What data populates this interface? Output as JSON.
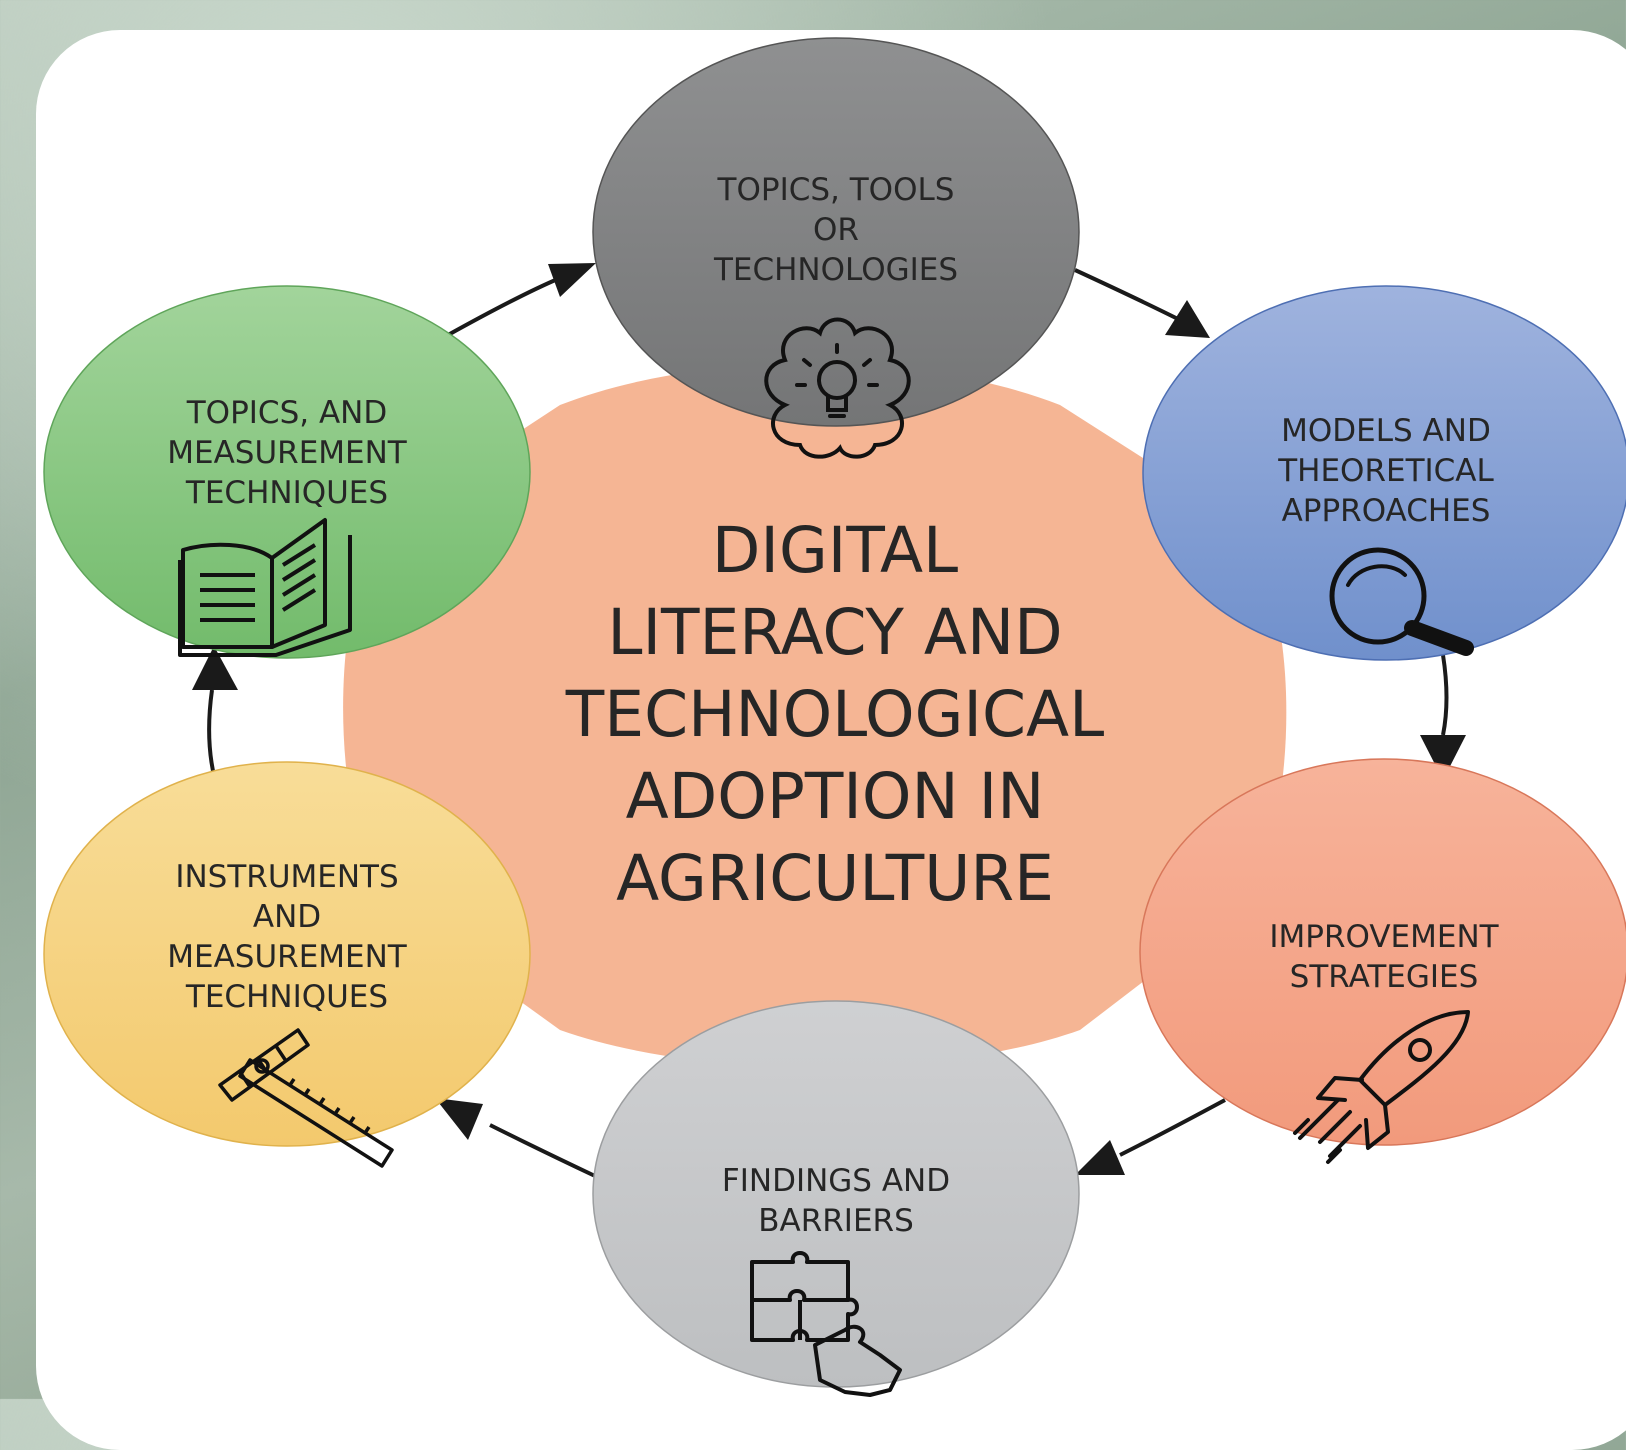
{
  "center": {
    "lines": [
      "DIGITAL",
      "LITERACY AND",
      "TECHNOLOGICAL",
      "ADOPTION IN",
      "AGRICULTURE"
    ]
  },
  "nodes": [
    {
      "id": "topics-tools",
      "lines": [
        "TOPICS, TOOLS",
        "OR",
        "TECHNOLOGIES"
      ],
      "icon": "brain-lightbulb-icon",
      "fill": "#8c8c8d"
    },
    {
      "id": "models",
      "lines": [
        "MODELS AND",
        "THEORETICAL",
        "APPROACHES"
      ],
      "icon": "magnifying-glass-icon",
      "fill": "#8aa2d4"
    },
    {
      "id": "improvement",
      "lines": [
        "IMPROVEMENT",
        "STRATEGIES"
      ],
      "icon": "rocket-icon",
      "fill": "#f2a184"
    },
    {
      "id": "findings",
      "lines": [
        "FINDINGS AND",
        "BARRIERS"
      ],
      "icon": "puzzle-hand-icon",
      "fill": "#c6c7c9"
    },
    {
      "id": "instruments",
      "lines": [
        "INSTRUMENTS",
        "AND",
        "MEASUREMENT",
        "TECHNIQUES"
      ],
      "icon": "ruler-compass-icon",
      "fill": "#f4cf7c"
    },
    {
      "id": "topics-measurement",
      "lines": [
        "TOPICS, AND",
        "MEASUREMENT",
        "TECHNIQUES"
      ],
      "icon": "open-book-icon",
      "fill": "#8cca85"
    }
  ],
  "colors": {
    "center": "#f4b393",
    "arrow": "#1a1a1a",
    "text": "#262626"
  }
}
